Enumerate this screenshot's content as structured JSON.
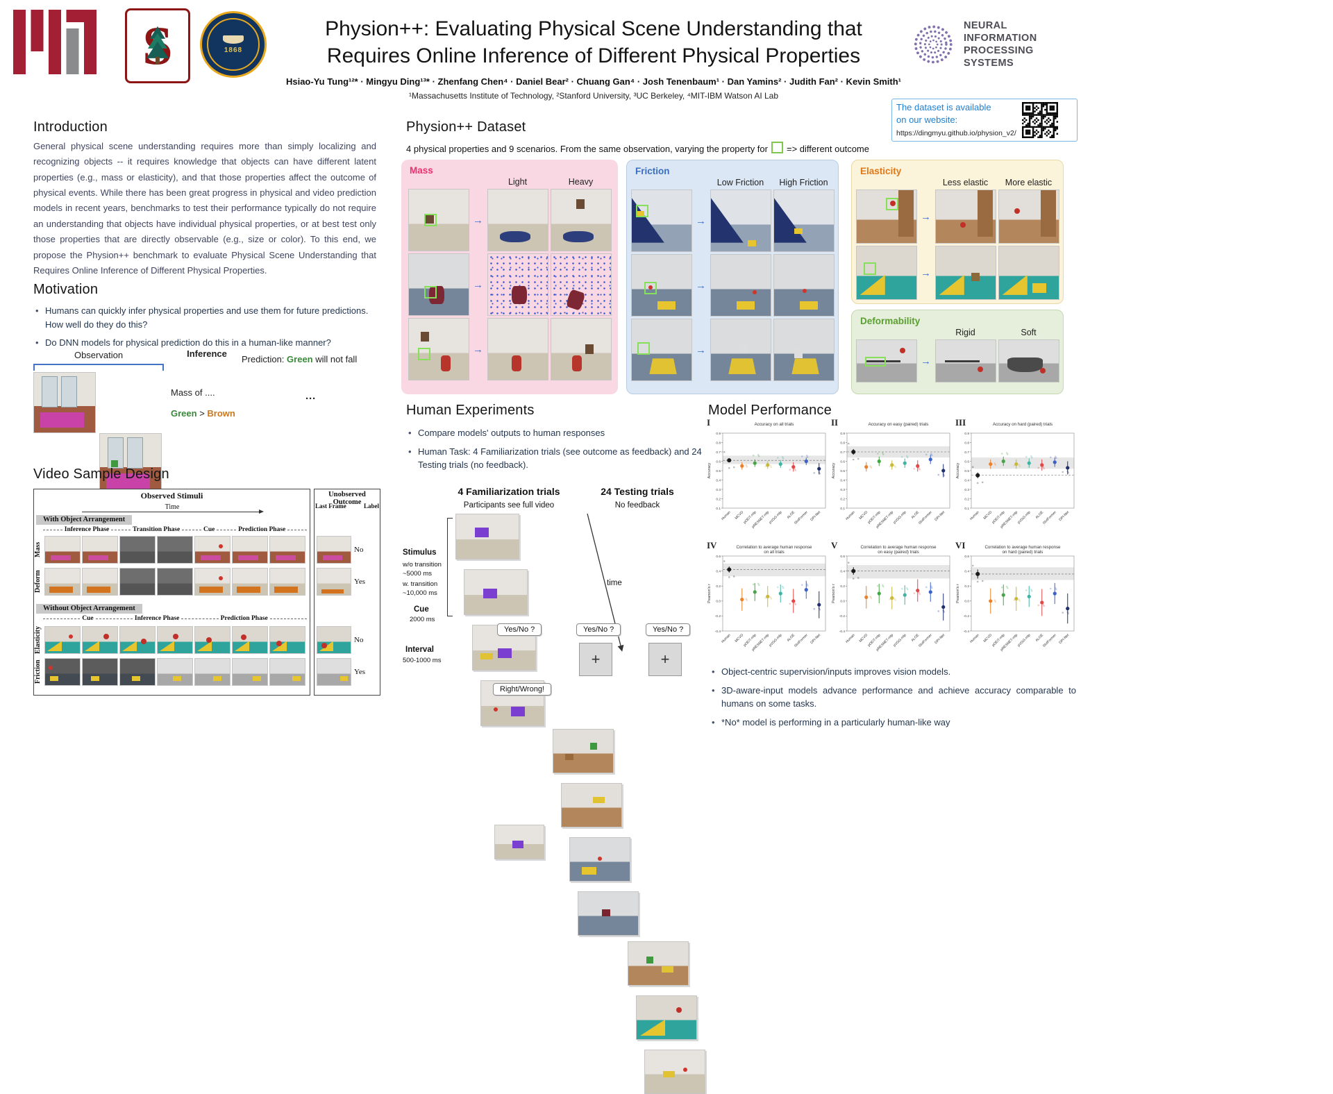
{
  "header": {
    "title_line1": "Physion++: Evaluating Physical Scene Understanding that",
    "title_line2": "Requires Online Inference of Different Physical Properties",
    "authors": "Hsiao-Yu Tung¹²* · Mingyu Ding¹³* · Zhenfang Chen⁴ · Daniel Bear² · Chuang Gan⁴ · Josh Tenenbaum¹ · Dan Yamins² · Judith Fan² · Kevin Smith¹",
    "affiliations": "¹Massachusetts Institute of Technology, ²Stanford University, ³UC Berkeley, ⁴MIT-IBM Watson AI Lab",
    "neurips": {
      "line1": "NEURAL INFORMATION",
      "line2": "PROCESSING SYSTEMS"
    },
    "dataset_box": {
      "line1": "The dataset is available",
      "line2": "on our website:",
      "url": "https://dingmyu.github.io/physion_v2/"
    },
    "seal_year": "1868"
  },
  "intro": {
    "heading": "Introduction",
    "body": "General physical scene understanding requires more than simply localizing and recognizing objects -- it requires knowledge that objects can have different latent properties (e.g., mass or elasticity), and that those properties affect the outcome of physical events. While there has been great progress in physical and video prediction models in recent years, benchmarks to test their performance typically do not require an understanding that objects have individual physical properties, or at best test only those properties that are directly observable (e.g., size or color). To this end, we propose the Physion++ benchmark to evaluate Physical Scene Understanding that Requires Online Inference of Different Physical Properties."
  },
  "motivation": {
    "heading": "Motivation",
    "bullets": [
      "Humans can quickly infer physical properties and use them for future predictions. How well do they do this?",
      "Do DNN models for physical prediction do this in a human-like manner?"
    ],
    "observation": "Observation",
    "inference": "Inference",
    "mass_of": "Mass of ....",
    "green": "Green",
    "gt": " > ",
    "brown": "Brown",
    "pred_prefix": "Prediction: ",
    "pred_green": "Green",
    "pred_suffix": " will not fall"
  },
  "video_design": {
    "heading": "Video Sample Design",
    "observed": "Observed Stimuli",
    "time": "Time",
    "unobserved": "Unobserved Outcome",
    "with_arr": "With Object Arrangement",
    "without_arr": "Without Object Arrangement",
    "phases1": [
      "Inference Phase",
      "Transition Phase",
      "Cue",
      "Prediction Phase"
    ],
    "phases2": [
      "Cue",
      "Inference Phase",
      "Prediction Phase"
    ],
    "last_frame": "Last Frame",
    "label": "Label",
    "row_labels": [
      "Mass",
      "Deform",
      "Elasticity",
      "Friction"
    ],
    "outcomes": [
      "No",
      "Yes",
      "No",
      "Yes"
    ]
  },
  "dataset": {
    "heading": "Physion++ Dataset",
    "subtitle_pre": "4 physical properties and 9 scenarios. From the same observation, varying the property for",
    "subtitle_post": "=> different outcome",
    "panels": [
      {
        "title": "Mass",
        "col1": "Light",
        "col2": "Heavy",
        "accent": "#e8316e"
      },
      {
        "title": "Friction",
        "col1": "Low Friction",
        "col2": "High Friction",
        "accent": "#3a6fc0"
      },
      {
        "title": "Elasticity",
        "col1": "Less elastic",
        "col2": "More elastic",
        "accent": "#e07818"
      },
      {
        "title": "Deformability",
        "col1": "Rigid",
        "col2": "Soft",
        "accent": "#5a9e30"
      }
    ]
  },
  "human_exp": {
    "heading": "Human Experiments",
    "bullets": [
      "Compare models' outputs to human responses",
      "Human Task: 4 Familiarization trials (see outcome as feedback) and 24 Testing trials (no feedback)."
    ],
    "fam_title": "4 Familiarization trials",
    "fam_sub": "Participants see full video",
    "test_title": "24 Testing trials",
    "test_sub": "No feedback",
    "stimulus": "Stimulus",
    "stim1": "w/o transition",
    "stim2": "~5000 ms",
    "stim3": "w. transition",
    "stim4": "~10,000 ms",
    "cue": "Cue",
    "cue_ms": "2000 ms",
    "time": "time",
    "yesno": "Yes/No ?",
    "interval": "Interval",
    "interval_ms": "500-1000 ms",
    "rightwrong": "Right/Wrong!",
    "plus": "+"
  },
  "model_performance": {
    "heading": "Model Performance",
    "models": [
      "Human",
      "MCVD",
      "pDEiT-mlp",
      "pRESNET-mlp",
      "pVGG-mlp",
      "ALOE",
      "SlotFormer",
      "DPI-Net"
    ],
    "colors": [
      "#1a1a1a",
      "#e8822e",
      "#46a546",
      "#c9b93a",
      "#3fb3a4",
      "#e04848",
      "#3a62c9",
      "#1e2f6b"
    ],
    "plots": [
      {
        "numeral": "I",
        "title": "Accuracy on all trials",
        "title2": "",
        "ylabel": "Accuracy",
        "ymin": 0.1,
        "ymax": 0.9,
        "yticks": [
          0.1,
          0.2,
          0.3,
          0.4,
          0.5,
          0.6,
          0.7,
          0.8,
          0.9
        ],
        "band": [
          0.57,
          0.66
        ],
        "values": [
          0.61,
          0.55,
          0.58,
          0.56,
          0.57,
          0.54,
          0.6,
          0.52
        ],
        "errors": [
          0.02,
          0.04,
          0.04,
          0.04,
          0.04,
          0.05,
          0.04,
          0.06
        ]
      },
      {
        "numeral": "II",
        "title": "Accuracy on easy (paired) trials",
        "title2": "",
        "ylabel": "Accuracy",
        "ymin": 0.1,
        "ymax": 0.9,
        "yticks": [
          0.1,
          0.2,
          0.3,
          0.4,
          0.5,
          0.6,
          0.7,
          0.8,
          0.9
        ],
        "band": [
          0.64,
          0.76
        ],
        "values": [
          0.7,
          0.54,
          0.6,
          0.56,
          0.58,
          0.55,
          0.62,
          0.5
        ],
        "errors": [
          0.03,
          0.05,
          0.05,
          0.05,
          0.05,
          0.06,
          0.05,
          0.07
        ]
      },
      {
        "numeral": "III",
        "title": "Accuracy on hard (paired) trials",
        "title2": "",
        "ylabel": "Accuracy",
        "ymin": 0.1,
        "ymax": 0.9,
        "yticks": [
          0.1,
          0.2,
          0.3,
          0.4,
          0.5,
          0.6,
          0.7,
          0.8,
          0.9
        ],
        "band": [
          0.52,
          0.64
        ],
        "values": [
          0.45,
          0.57,
          0.6,
          0.57,
          0.58,
          0.56,
          0.59,
          0.53
        ],
        "errors": [
          0.03,
          0.05,
          0.05,
          0.05,
          0.05,
          0.06,
          0.05,
          0.07
        ]
      },
      {
        "numeral": "IV",
        "title": "Correlation to average human response",
        "title2": "on all trials",
        "ylabel": "Pearson's r",
        "ymin": -0.4,
        "ymax": 0.6,
        "yticks": [
          -0.4,
          -0.2,
          0,
          0.2,
          0.4,
          0.6
        ],
        "band": [
          0.33,
          0.5
        ],
        "values": [
          0.42,
          0.02,
          0.12,
          0.06,
          0.1,
          0.0,
          0.15,
          -0.05
        ],
        "errors": [
          0.04,
          0.15,
          0.12,
          0.14,
          0.12,
          0.16,
          0.12,
          0.18
        ]
      },
      {
        "numeral": "V",
        "title": "Correlation to average human response",
        "title2": "on easy (paired) trials",
        "ylabel": "Pearson's r",
        "ymin": -0.4,
        "ymax": 0.6,
        "yticks": [
          -0.4,
          -0.2,
          0,
          0.2,
          0.4,
          0.6
        ],
        "band": [
          0.3,
          0.48
        ],
        "values": [
          0.4,
          0.05,
          0.1,
          0.04,
          0.08,
          0.14,
          0.12,
          -0.08
        ],
        "errors": [
          0.05,
          0.15,
          0.13,
          0.15,
          0.13,
          0.15,
          0.13,
          0.18
        ]
      },
      {
        "numeral": "VI",
        "title": "Correlation to average human response",
        "title2": "on hard (paired) trials",
        "ylabel": "Pearson's r",
        "ymin": -0.4,
        "ymax": 0.6,
        "yticks": [
          -0.4,
          -0.2,
          0,
          0.2,
          0.4,
          0.6
        ],
        "band": [
          0.28,
          0.45
        ],
        "values": [
          0.36,
          0.0,
          0.08,
          0.03,
          0.06,
          -0.02,
          0.1,
          -0.1
        ],
        "errors": [
          0.06,
          0.17,
          0.14,
          0.16,
          0.14,
          0.18,
          0.14,
          0.2
        ]
      }
    ]
  },
  "conclusions": {
    "bullets": [
      "Object-centric supervision/inputs improves vision models.",
      "3D-aware-input models advance performance and achieve accuracy comparable to humans on some tasks.",
      "*No* model is performing in a particularly human-like way"
    ]
  },
  "symbols": {
    "arrow": "→",
    "dots": "···"
  }
}
